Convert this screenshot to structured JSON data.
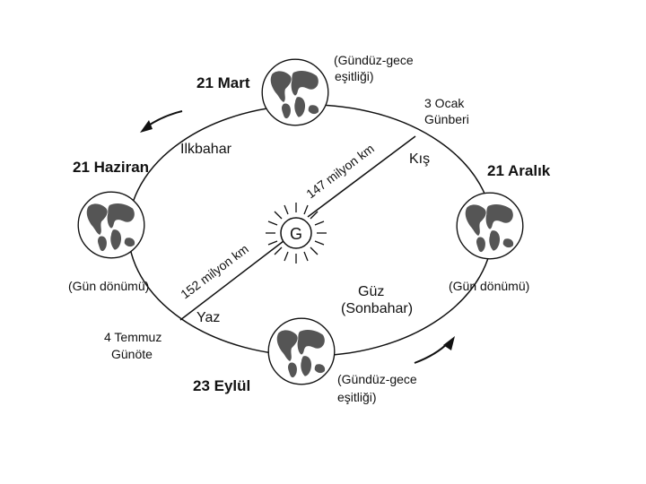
{
  "diagram": {
    "dates": {
      "march": "21 Mart",
      "june": "21 Haziran",
      "december": "21 Aralık",
      "september": "23 Eylül"
    },
    "annotations": {
      "equinox_top_line1": "(Gündüz-gece",
      "equinox_top_line2": "eşitliği)",
      "equinox_bottom_line1": "(Gündüz-gece",
      "equinox_bottom_line2": "eşitliği)",
      "solstice_left": "(Gün dönümü)",
      "solstice_right": "(Gün dönümü)",
      "perihelion_line1": "3 Ocak",
      "perihelion_line2": "Günberi",
      "aphelion_line1": "4 Temmuz",
      "aphelion_line2": "Günöte"
    },
    "seasons": {
      "spring": "İlkbahar",
      "winter": "Kış",
      "summer": "Yaz",
      "autumn_line1": "Güz",
      "autumn_line2": "(Sonbahar)"
    },
    "distances": {
      "near": "147 milyon km",
      "far": "152 milyon km"
    },
    "sun_label": "G",
    "colors": {
      "ink": "#111111",
      "background": "#ffffff",
      "land": "#555555"
    },
    "icons": [
      "sun-icon",
      "earth-icon",
      "arrow-icon"
    ]
  }
}
